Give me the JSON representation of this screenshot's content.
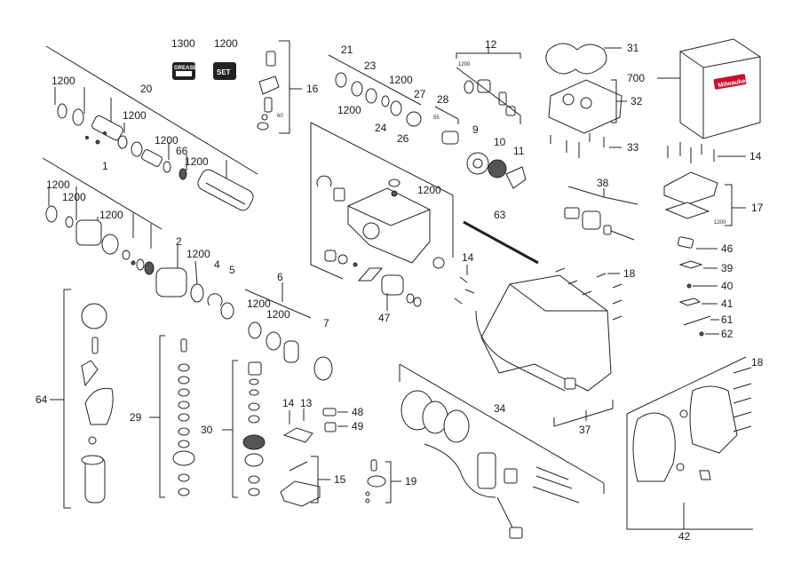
{
  "labels": {
    "p1300": "1300",
    "p1200_set": "1200",
    "grease": "GREASE",
    "set": "SET",
    "p20": "20",
    "p1200_a": "1200",
    "p1200_b": "1200",
    "p1200_c": "1200",
    "p66": "66",
    "p1200_d": "1200",
    "p1": "1",
    "p1200_e": "1200",
    "p1200_f": "1200",
    "p1200_g": "1200",
    "p2": "2",
    "p1200_h": "1200",
    "p4": "4",
    "p5": "5",
    "p6": "6",
    "p1200_i": "1200",
    "p1200_j": "1200",
    "p7": "7",
    "p16": "16",
    "p60": "60",
    "p21": "21",
    "p23": "23",
    "p1200_k": "1200",
    "p1200_l": "1200",
    "p27": "27",
    "p24": "24",
    "p26": "26",
    "p28": "28",
    "p55": "55",
    "p12": "12",
    "p1200_m": "1200",
    "p9": "9",
    "p10": "10",
    "p11": "11",
    "p31": "31",
    "p700": "700",
    "p32": "32",
    "p33": "33",
    "p1200_n": "1200",
    "p47": "47",
    "p63": "63",
    "p38": "38",
    "p14_a": "14",
    "p17": "17",
    "p1200_o": "1200",
    "p46": "46",
    "p39": "39",
    "p40": "40",
    "p41": "41",
    "p61": "61",
    "p62": "62",
    "p14_b": "14",
    "p18_a": "18",
    "p37": "37",
    "p64": "64",
    "p29": "29",
    "p30": "30",
    "p14_c": "14",
    "p13": "13",
    "p48": "48",
    "p49": "49",
    "p15": "15",
    "p19": "19",
    "p34": "34",
    "p18_b": "18",
    "p42": "42",
    "case_brand": "Milwaukee"
  }
}
